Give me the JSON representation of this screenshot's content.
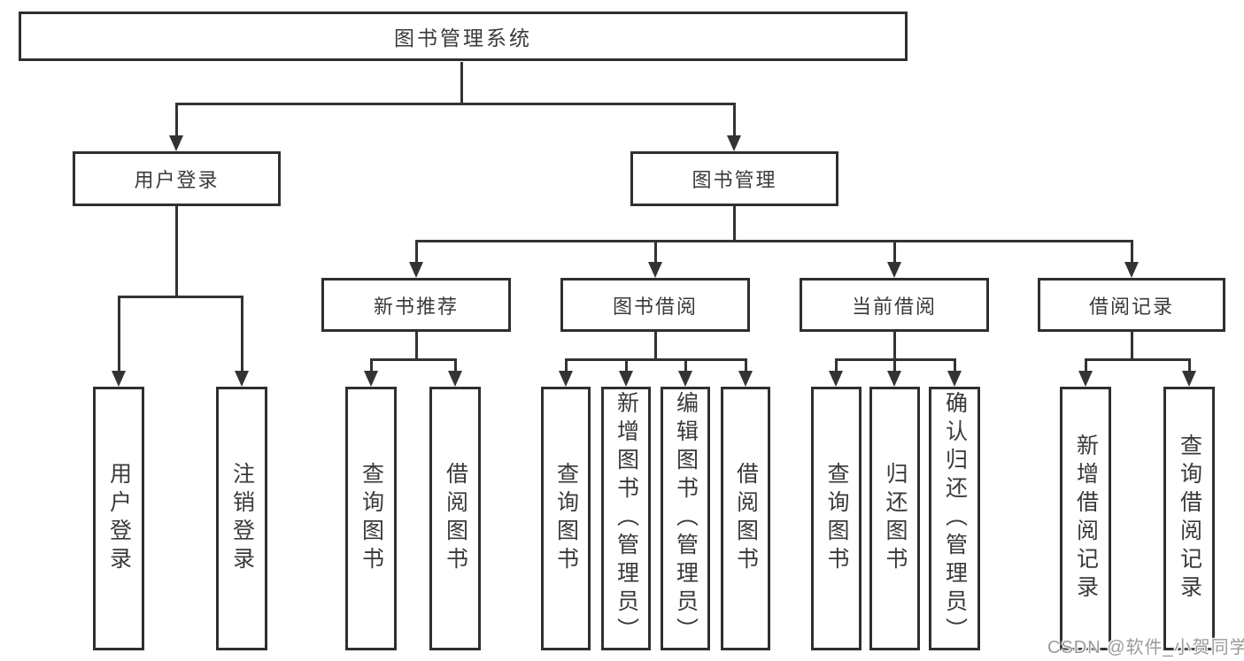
{
  "diagram_title": "图书管理系统",
  "tree": {
    "label": "图书管理系统",
    "children": [
      {
        "label": "用户登录",
        "children": [
          {
            "label": "用户登录"
          },
          {
            "label": "注销登录"
          }
        ]
      },
      {
        "label": "图书管理",
        "children": [
          {
            "label": "新书推荐",
            "children": [
              {
                "label": "查询图书"
              },
              {
                "label": "借阅图书"
              }
            ]
          },
          {
            "label": "图书借阅",
            "children": [
              {
                "label": "查询图书"
              },
              {
                "label": "新增图书（管理员）"
              },
              {
                "label": "编辑图书（管理员）"
              },
              {
                "label": "借阅图书"
              }
            ]
          },
          {
            "label": "当前借阅",
            "children": [
              {
                "label": "查询图书"
              },
              {
                "label": "归还图书"
              },
              {
                "label": "确认归还（管理员）"
              }
            ]
          },
          {
            "label": "借阅记录",
            "children": [
              {
                "label": "新增借阅记录"
              },
              {
                "label": "查询借阅记录"
              }
            ]
          }
        ]
      }
    ]
  },
  "watermark": {
    "text": "CSDN @软件_小贺同学"
  },
  "colors": {
    "line": "#333333",
    "box_border": "#2f2f2f",
    "box_text": "#3a3a3a",
    "watermark": "#9b9b9b",
    "background": "#ffffff"
  }
}
